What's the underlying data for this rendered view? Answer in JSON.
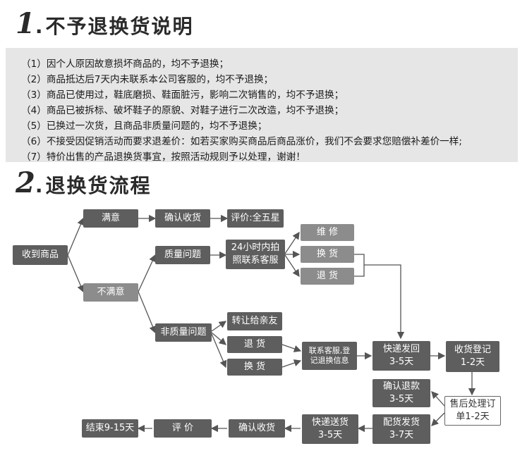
{
  "section1": {
    "number": "1",
    "title": "不予退换货说明"
  },
  "rules": [
    "（1）因个人原因故意损坏商品的，均不予退换；",
    "（2）商品抵达后7天内未联系本公司客服的，均不予退换；",
    "（3）商品已使用过，鞋底磨损、鞋面脏污，影响二次销售的，均不予退换；",
    "（4）商品已被拆标、破坏鞋子的原貌、对鞋子进行二次改造，均不予退换；",
    "（5）已换过一次货，且商品非质量问题的，均不予退换；",
    "（6）不接受因促销活动而要求退差价：如若买家购买商品后商品涨价，我们不会要求您赔偿补差价一样;",
    "（7）特价出售的产品退换货事宜，按照活动规则予以处理，谢谢！"
  ],
  "section2": {
    "number": "2",
    "title": "退换货流程"
  },
  "flow": {
    "received": "收到商品",
    "satisfied": "满意",
    "confirm_receipt_1": "确认收货",
    "review_five_star": "评价:全五星",
    "unsatisfied": "不满意",
    "quality_issue": "质量问题",
    "service_24h_line1": "24小时内拍",
    "service_24h_line2": "照联系客服",
    "repair": "维  修",
    "exchange_q": "换  货",
    "return_q": "退  货",
    "non_quality_issue": "非质量问题",
    "transfer_friend": "转让给亲友",
    "return_nq": "退  货",
    "exchange_nq": "换  货",
    "contact_line1": "联系客服,登",
    "contact_line2": "记退换信息",
    "express_back_line1": "快递发回",
    "express_back_line2": "3-5天",
    "goods_register_line1": "收货登记",
    "goods_register_line2": "1-2天",
    "confirm_refund_line1": "确认退款",
    "confirm_refund_line2": "3-5天",
    "after_sales_line1": "售后处理订",
    "after_sales_line2": "单1-2天",
    "ship_out_line1": "配货发货",
    "ship_out_line2": "3-7天",
    "express_deliver_line1": "快递送货",
    "express_deliver_line2": "3-5天",
    "confirm_receipt_2": "确认收货",
    "review": "评  价",
    "end": "结束9-15天"
  }
}
